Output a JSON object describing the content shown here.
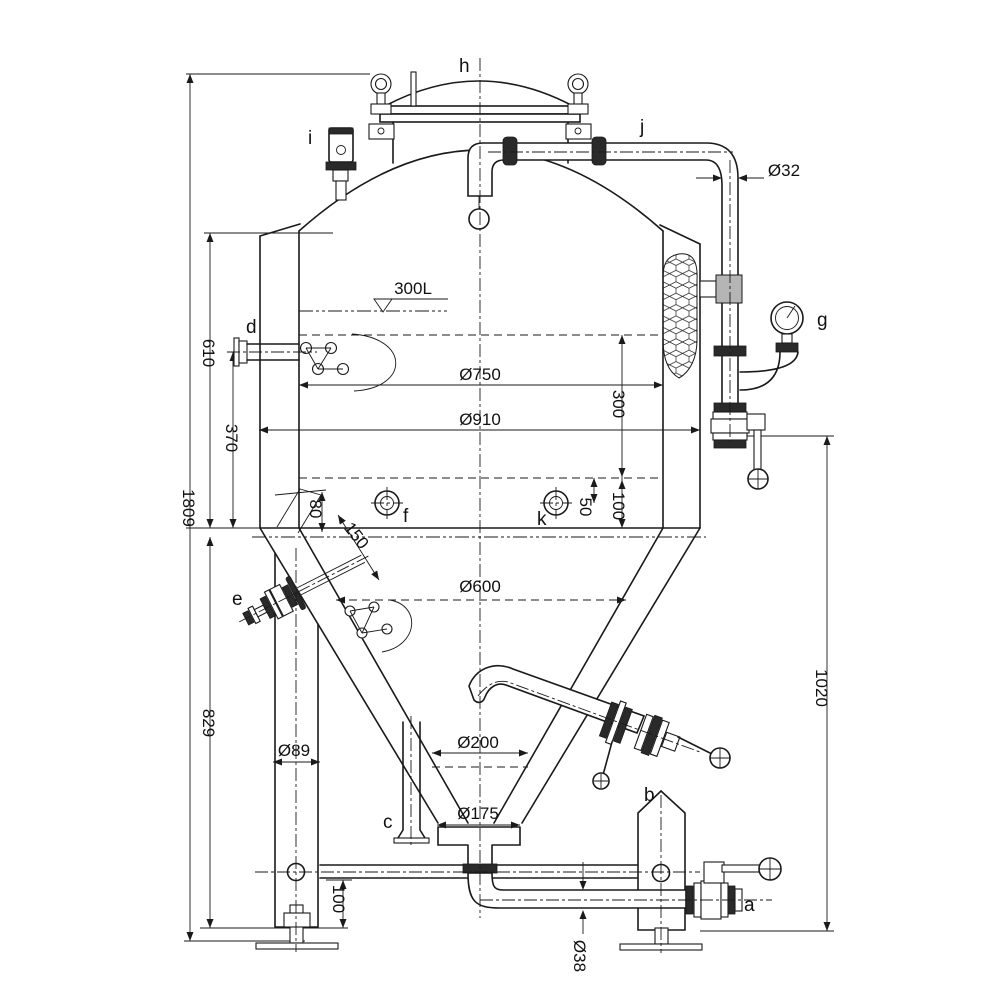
{
  "drawing": {
    "labels": {
      "a": "a",
      "b": "b",
      "c": "c",
      "d": "d",
      "e": "e",
      "f": "f",
      "g": "g",
      "h": "h",
      "i": "i",
      "j": "j",
      "k": "k"
    },
    "dims": {
      "total_height": "1809",
      "cylinder_height": "610",
      "port_d_height": "370",
      "cone_section_height": "829",
      "foot_clearance": "100",
      "jacket_upper": "300",
      "jacket_lower": "100",
      "port_k_offset": "50",
      "pad_offset": "80",
      "port_e_length": "150",
      "right_height": "1020",
      "capacity": "300L",
      "inner_diameter": "Ø750",
      "outer_diameter": "Ø910",
      "cone_diameter": "Ø600",
      "cone_outlet_diameter": "Ø200",
      "outlet_flange_diameter": "Ø175",
      "leg_diameter": "Ø89",
      "drain_pipe_diameter": "Ø38",
      "top_pipe_diameter": "Ø32"
    }
  }
}
